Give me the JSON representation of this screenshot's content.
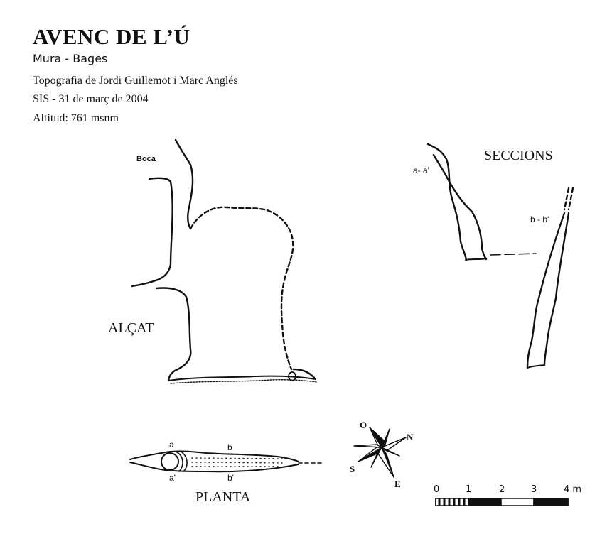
{
  "header": {
    "title": "AVENC DE L’Ú",
    "location": "Mura - Bages",
    "topography": "Topografia de Jordi Guillemot i Marc Anglés",
    "survey_date": "SIS - 31 de març de 2004",
    "altitude": "Altitud: 761 msnm"
  },
  "labels": {
    "boca": "Boca",
    "seccions": "SECCIONS",
    "alcat": "ALÇAT",
    "planta": "PLANTA",
    "section_a": "a- a'",
    "section_b": "b - b'",
    "plan_a": "a",
    "plan_a2": "a'",
    "plan_b": "b",
    "plan_b2": "b'"
  },
  "compass": {
    "o": "O",
    "n": "N",
    "s": "S",
    "e": "E"
  },
  "scale_bar": {
    "ticks": [
      "0",
      "1",
      "2",
      "3",
      "4 m"
    ]
  }
}
